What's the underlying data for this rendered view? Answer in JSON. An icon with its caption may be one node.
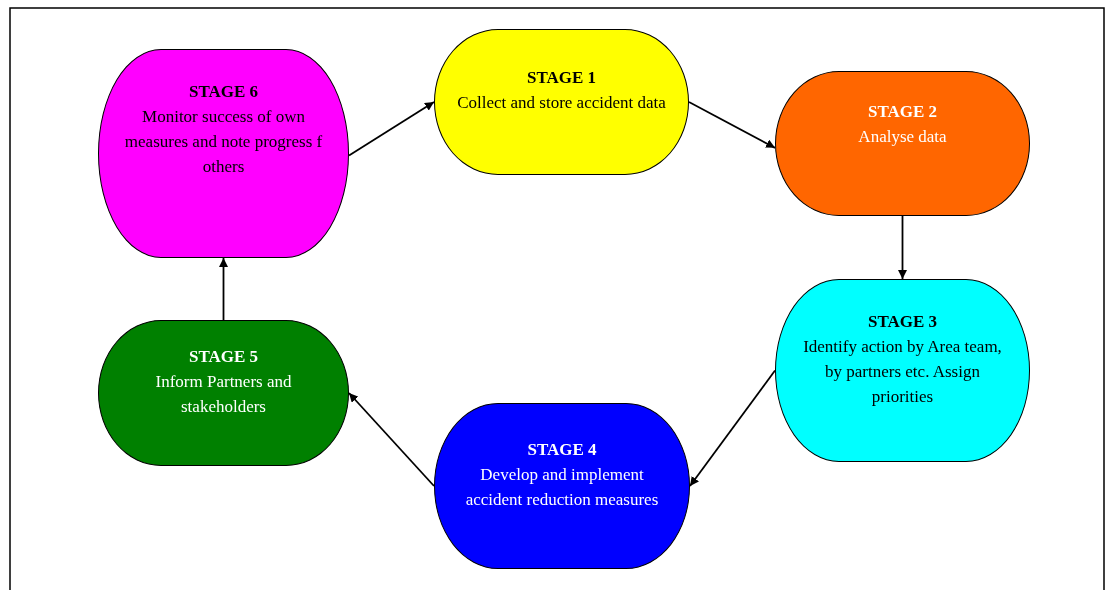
{
  "diagram": {
    "nodes": [
      {
        "text": [
          "STAGE 1",
          "Collect and store accident data"
        ]
      },
      {
        "text": [
          "STAGE 2",
          "Analyse data"
        ]
      },
      {
        "text": [
          "STAGE 3",
          "Identify action by Area team, by partners etc. Assign priorities"
        ]
      },
      {
        "text": [
          "STAGE 4",
          "Develop and implement accident reduction measures"
        ]
      },
      {
        "text": [
          "STAGE 5",
          "Inform Partners and stakeholders"
        ]
      },
      {
        "text": [
          "STAGE 6",
          "Monitor success of own measures and note progress f others"
        ]
      }
    ],
    "edges": [
      {
        "from": 5,
        "to": 0,
        "arrow": "to"
      },
      {
        "from": 0,
        "to": 1,
        "arrow": "to"
      },
      {
        "from": 1,
        "to": 2,
        "arrow": "to"
      },
      {
        "from": 2,
        "to": 3,
        "arrow": "to"
      },
      {
        "from": 3,
        "to": 4,
        "arrow": "to"
      },
      {
        "from": 4,
        "to": 5,
        "arrow": "to"
      }
    ]
  }
}
